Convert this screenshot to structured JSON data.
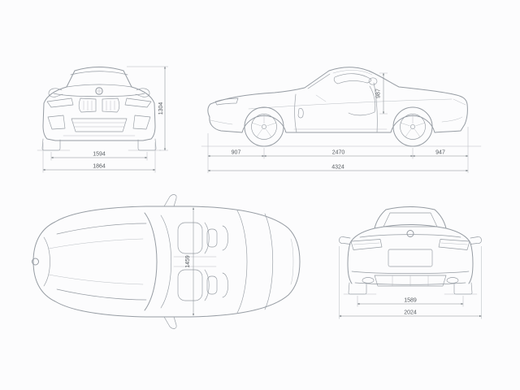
{
  "page": {
    "background": "#fcfcfd",
    "drawing_line_color": "#969ca3",
    "dimension_line_color": "#878d93",
    "dimension_text_color": "#575c61"
  },
  "icons": {
    "brand_badge": "bmw-roundel"
  },
  "views": {
    "front": {
      "id": "front-view",
      "dimensions": {
        "track_width": "1594",
        "overall_width": "1864",
        "overall_height": "1304"
      }
    },
    "side": {
      "id": "side-view",
      "dimensions": {
        "front_overhang": "907",
        "wheelbase": "2470",
        "rear_overhang": "947",
        "overall_length": "4324",
        "cabin_height": "987"
      }
    },
    "top": {
      "id": "top-view",
      "dimensions": {
        "interior_width": "1459"
      }
    },
    "rear": {
      "id": "rear-view",
      "dimensions": {
        "rear_track_width": "1589",
        "width_with_mirrors": "2024"
      }
    }
  }
}
